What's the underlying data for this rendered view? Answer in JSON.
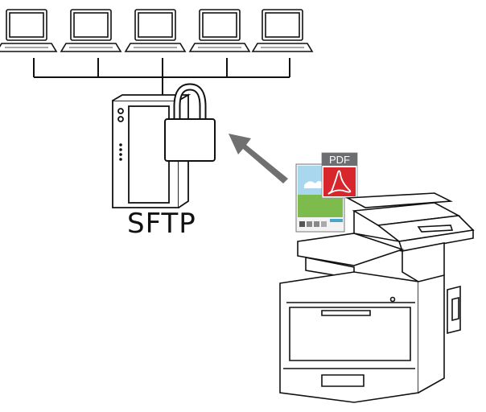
{
  "diagram": {
    "server_label": "SFTP",
    "pdf_badge_label": "PDF",
    "laptops": [
      "laptop-1",
      "laptop-2",
      "laptop-3",
      "laptop-4",
      "laptop-5"
    ],
    "icons": {
      "server": "server-tower-icon",
      "lock": "padlock-icon",
      "arrow": "upload-arrow-icon",
      "document": "scanned-image-document-icon",
      "pdf": "pdf-file-icon",
      "printer": "multifunction-printer-icon"
    },
    "colors": {
      "arrow": "#707070",
      "pdf_badge": "#6d6e71",
      "pdf_red": "#d7262c",
      "doc_sky": "#a9d8ee",
      "doc_grass": "#7dbb4c"
    }
  }
}
